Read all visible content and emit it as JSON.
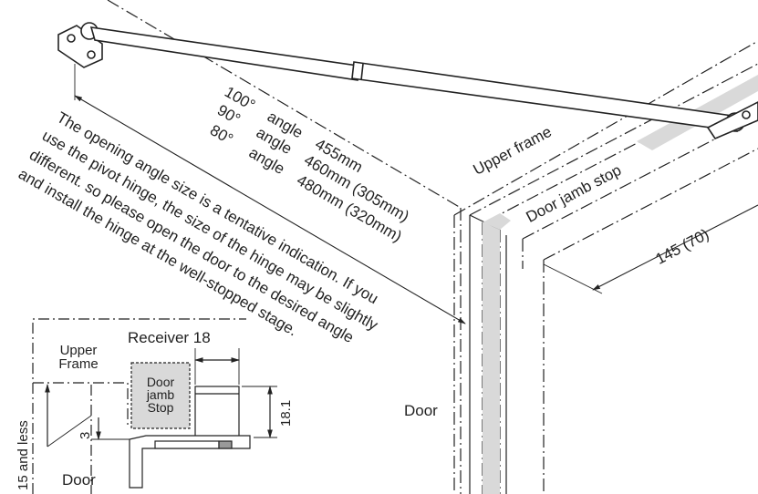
{
  "angles": [
    {
      "angle": "100°",
      "word": "angle",
      "size": "455mm"
    },
    {
      "angle": "90°",
      "word": "angle",
      "size": "460mm (305mm)"
    },
    {
      "angle": "80°",
      "word": "angle",
      "size": "480mm (320mm)"
    }
  ],
  "note_lines": [
    "The opening angle size is a tentative indication. If you",
    "use the pivot hinge, the size of the hinge may be slightly",
    "different. so please open the door to the desired angle",
    "and install the hinge at the well-stopped stage."
  ],
  "labels": {
    "upper_frame": "Upper frame",
    "door_jamb_stop": "Door jamb stop",
    "dim_145": "145 (70)",
    "door_main": "Door"
  },
  "detail": {
    "receiver": "Receiver 18",
    "upper_frame_line1": "Upper",
    "upper_frame_line2": "Frame",
    "stop_line1": "Door",
    "stop_line2": "jamb",
    "stop_line3": "Stop",
    "dim_18_1": "18.1",
    "dim_3": "3",
    "dim_15": "15 and less",
    "door": "Door"
  }
}
